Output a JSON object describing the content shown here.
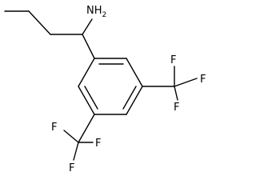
{
  "molecule": {
    "amine_label": "NH",
    "amine_subscript": "2",
    "fluorine_label": "F"
  },
  "colors": {
    "bond": "#000000",
    "text": "#000000",
    "background": "#ffffff"
  }
}
